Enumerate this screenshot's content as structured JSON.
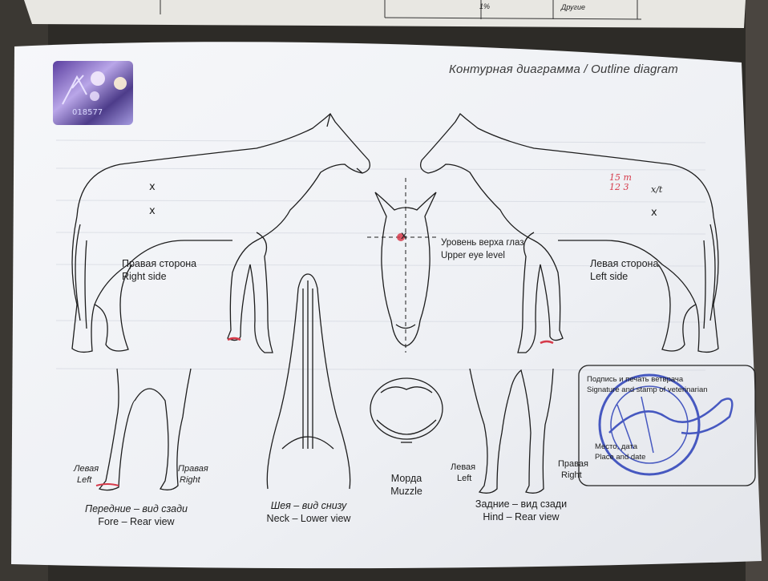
{
  "title": "Контурная диаграмма / Outline diagram",
  "top_strip": {
    "percent": "1%",
    "other": "Другие"
  },
  "hologram": {
    "serial": "018577",
    "icon": "hologram-sticker"
  },
  "right_side": {
    "ru": "Правая сторона",
    "en": "Right side"
  },
  "left_side": {
    "ru": "Левая сторона",
    "en": "Left side"
  },
  "eye_level": {
    "ru": "Уровень верха глаз",
    "en": "Upper eye level"
  },
  "fore": {
    "left_ru": "Левая",
    "left_en": "Left",
    "right_ru": "Правая",
    "right_en": "Right",
    "caption_ru": "Передние – вид сзади",
    "caption_en": "Fore – Rear view"
  },
  "neck": {
    "ru": "Шея – вид снизу",
    "en": "Neck – Lower view"
  },
  "muzzle": {
    "ru": "Морда",
    "en": "Muzzle"
  },
  "hind": {
    "left_ru": "Левая",
    "left_en": "Left",
    "right_ru": "Правая",
    "right_en": "Right",
    "caption_ru": "Задние – вид сзади",
    "caption_en": "Hind – Rear view"
  },
  "stamp_box": {
    "line1": "Подпись и печать ветврача",
    "line2": "Signature and stamp of veterinarian",
    "line3": "Место, дата",
    "line4": "Place and date"
  },
  "handwriting": {
    "note1": "15 m",
    "note2": "12 3",
    "x_mark": "x",
    "x_mark_red": "x/t"
  },
  "colors": {
    "paper": "#f1f2f6",
    "ink": "#1d1d1d",
    "red_ink": "#d63a4a",
    "stamp_blue": "#2a3fb8"
  }
}
